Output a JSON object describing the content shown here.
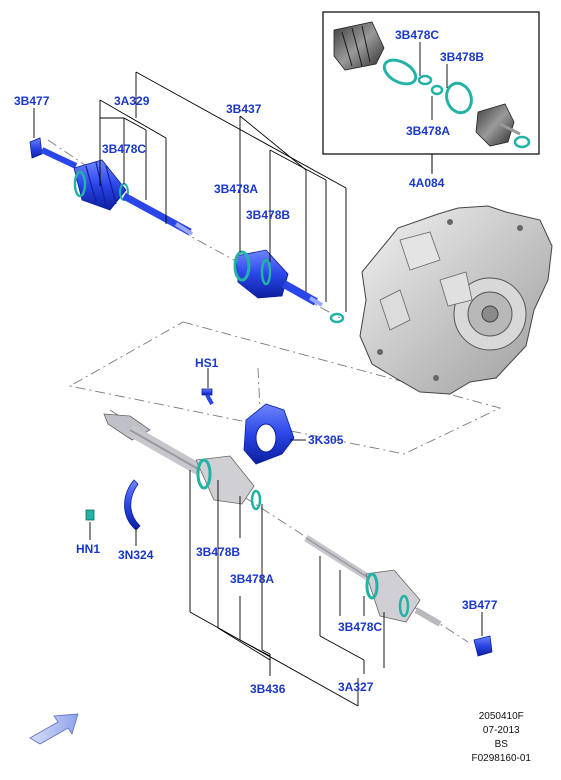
{
  "diagram": {
    "callouts": [
      {
        "id": "c-3b477-top",
        "label": "3B477"
      },
      {
        "id": "c-3a329",
        "label": "3A329"
      },
      {
        "id": "c-3b478c-left",
        "label": "3B478C"
      },
      {
        "id": "c-3b437",
        "label": "3B437"
      },
      {
        "id": "c-3b478a-mid",
        "label": "3B478A"
      },
      {
        "id": "c-3b478b-mid",
        "label": "3B478B"
      },
      {
        "id": "c-inset-3b478c",
        "label": "3B478C"
      },
      {
        "id": "c-inset-3b478b",
        "label": "3B478B"
      },
      {
        "id": "c-inset-3b478a",
        "label": "3B478A"
      },
      {
        "id": "c-4a084",
        "label": "4A084"
      },
      {
        "id": "c-hs1",
        "label": "HS1"
      },
      {
        "id": "c-3k305",
        "label": "3K305"
      },
      {
        "id": "c-hn1",
        "label": "HN1"
      },
      {
        "id": "c-3n324",
        "label": "3N324"
      },
      {
        "id": "c-3b478b-low",
        "label": "3B478B"
      },
      {
        "id": "c-3b478a-low",
        "label": "3B478A"
      },
      {
        "id": "c-3b478c-right",
        "label": "3B478C"
      },
      {
        "id": "c-3b477-right",
        "label": "3B477"
      },
      {
        "id": "c-3b436",
        "label": "3B436"
      },
      {
        "id": "c-3a327",
        "label": "3A327"
      }
    ],
    "footer": {
      "line1": "2050410F",
      "line2": "07-2013",
      "line3": "BS",
      "line4": "F0298160-01"
    }
  },
  "colors": {
    "callout_text": "#1a37c8",
    "part_blue": "#2a45e8",
    "part_blue_dark": "#0d1f9e",
    "seal_cyan": "#22b3a6",
    "leader_line": "#000000",
    "dash_line": "#7a7a7a",
    "transmission_gray": "#c9c9c9",
    "arrow_fill": "#a9b9ee"
  },
  "icons": [
    "direction-arrow-icon"
  ]
}
